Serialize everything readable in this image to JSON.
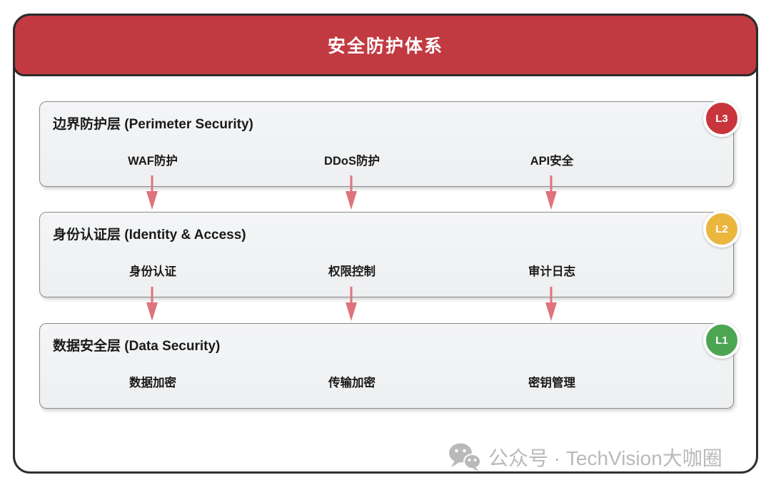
{
  "header": {
    "title": "安全防护体系"
  },
  "layers": [
    {
      "title": "边界防护层 (Perimeter Security)",
      "badge": "L3",
      "badge_color": "#c8353c",
      "items": [
        "WAF防护",
        "DDoS防护",
        "API安全"
      ]
    },
    {
      "title": "身份认证层 (Identity & Access)",
      "badge": "L2",
      "badge_color": "#ebb63e",
      "items": [
        "身份认证",
        "权限控制",
        "审计日志"
      ]
    },
    {
      "title": "数据安全层 (Data Security)",
      "badge": "L1",
      "badge_color": "#4ca552",
      "items": [
        "数据加密",
        "传输加密",
        "密钥管理"
      ]
    }
  ],
  "watermark": {
    "icon": "wechat-icon",
    "text": "公众号 · TechVision大咖圈"
  },
  "colors": {
    "header_bg": "#c23a41",
    "frame_border": "#2f2f2f",
    "layer_bg": "#f1f2f4",
    "layer_border": "#8c8c8c",
    "arrow": "#df737b",
    "badge_l3": "#c8353c",
    "badge_l2": "#ebb63e",
    "badge_l1": "#4ca552",
    "watermark_gray": "#b9b9b9"
  }
}
